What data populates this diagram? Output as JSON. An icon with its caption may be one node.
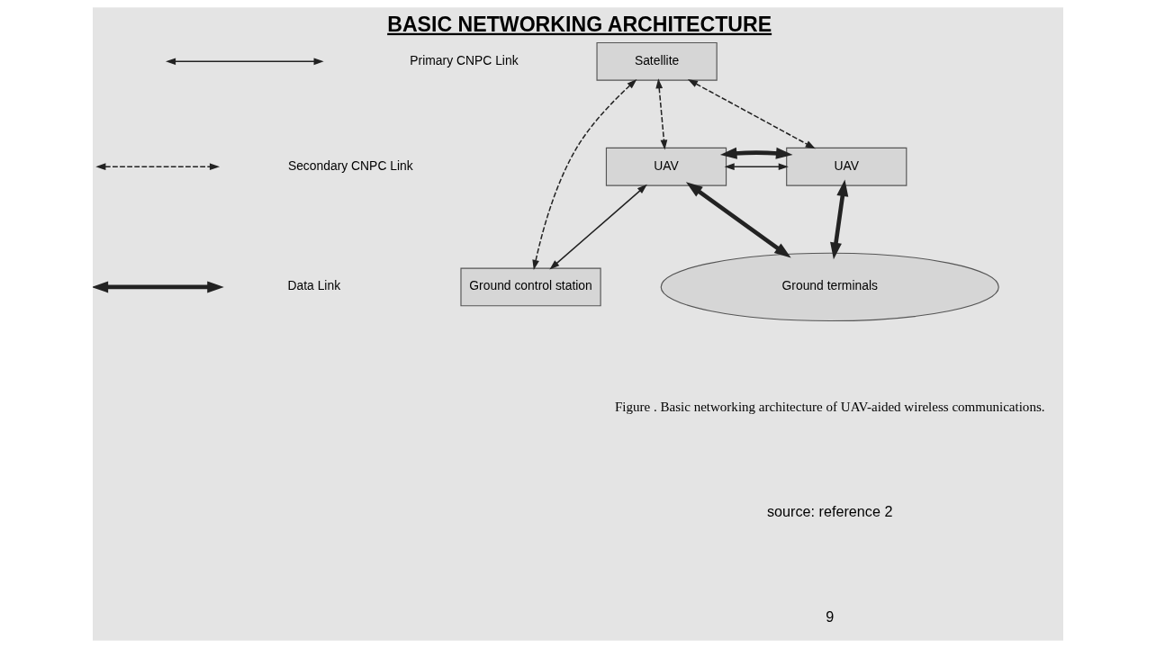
{
  "diagram": {
    "title": "BASIC NETWORKING ARCHITECTURE",
    "caption": "Figure . Basic networking architecture of UAV-aided wireless communications.",
    "nodes": [
      {
        "text": [
          "Satellite"
        ]
      },
      {
        "text": [
          "UAV"
        ]
      },
      {
        "text": [
          "UAV"
        ]
      },
      {
        "text": [
          "Ground control station"
        ]
      },
      {
        "text": [
          "Ground terminals"
        ]
      }
    ],
    "edges": [
      {
        "from": 0,
        "to": 3,
        "arrow": "both",
        "style": "dashed"
      },
      {
        "from": 0,
        "to": 1,
        "arrow": "both",
        "style": "dashed"
      },
      {
        "from": 0,
        "to": 2,
        "arrow": "both",
        "style": "dashed"
      },
      {
        "from": 1,
        "to": 2,
        "arrow": "both"
      },
      {
        "from": 1,
        "to": 2,
        "arrow": "both",
        "style": "thick"
      },
      {
        "from": 3,
        "to": 1,
        "arrow": "both"
      },
      {
        "from": 1,
        "to": 4,
        "arrow": "both",
        "style": "thick"
      },
      {
        "from": 2,
        "to": 4,
        "arrow": "both",
        "style": "thick"
      }
    ],
    "labels": [
      "source: reference 2",
      "9"
    ],
    "legend": [
      {
        "text": "Primary CNPC Link"
      },
      {
        "text": "Secondary CNPC Link"
      },
      {
        "text": "Data Link"
      }
    ]
  }
}
